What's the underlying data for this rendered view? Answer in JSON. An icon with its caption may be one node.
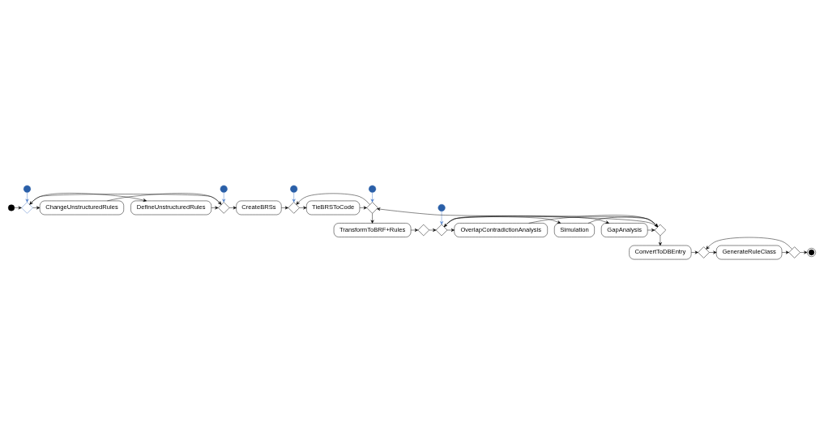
{
  "diagram": {
    "nodes": [
      {
        "text": [],
        "shape": "circle"
      },
      {
        "text": [],
        "shape": "circle"
      },
      {
        "text": [],
        "shape": "diamond"
      },
      {
        "text": [
          "DefineUnstructuredRules"
        ]
      },
      {
        "text": [
          "ChangeUnstructuredRules"
        ]
      },
      {
        "text": [],
        "shape": "circle"
      },
      {
        "text": [],
        "shape": "diamond"
      },
      {
        "text": [
          "CreateBRSs"
        ]
      },
      {
        "text": [],
        "shape": "circle"
      },
      {
        "text": [],
        "shape": "diamond"
      },
      {
        "text": [
          "TieBRSToCode"
        ]
      },
      {
        "text": [],
        "shape": "circle"
      },
      {
        "text": [],
        "shape": "diamond"
      },
      {
        "text": [
          "TransformToBRF+Rules"
        ]
      },
      {
        "text": [],
        "shape": "diamond"
      },
      {
        "text": [],
        "shape": "circle"
      },
      {
        "text": [],
        "shape": "diamond"
      },
      {
        "text": [
          "GapAnalysis"
        ]
      },
      {
        "text": [
          "Simulation"
        ]
      },
      {
        "text": [
          "OverlapContradictionAnalysis"
        ]
      },
      {
        "text": [],
        "shape": "diamond"
      },
      {
        "text": [
          "ConvertToDBEntry"
        ]
      },
      {
        "text": [],
        "shape": "diamond"
      },
      {
        "text": [
          "GenerateRuleClass"
        ]
      },
      {
        "text": [],
        "shape": "diamond"
      },
      {
        "text": [],
        "shape": "circle"
      }
    ],
    "edges": [
      {
        "from": 0,
        "to": 2,
        "arrow": "to"
      },
      {
        "from": 1,
        "to": 2,
        "arrow": "to",
        "color": "#4a7cc7"
      },
      {
        "from": 2,
        "to": 3,
        "arrow": "to"
      },
      {
        "from": 2,
        "to": 4,
        "arrow": "to"
      },
      {
        "from": 3,
        "to": 6,
        "arrow": "to"
      },
      {
        "from": 4,
        "to": 6,
        "arrow": "to"
      },
      {
        "from": 5,
        "to": 6,
        "arrow": "to",
        "color": "#4a7cc7"
      },
      {
        "from": 6,
        "to": 2,
        "arrow": "to"
      },
      {
        "from": 6,
        "to": 7,
        "arrow": "to"
      },
      {
        "from": 7,
        "to": 9,
        "arrow": "to"
      },
      {
        "from": 8,
        "to": 9,
        "arrow": "to",
        "color": "#4a7cc7"
      },
      {
        "from": 9,
        "to": 10,
        "arrow": "to"
      },
      {
        "from": 10,
        "to": 12,
        "arrow": "to"
      },
      {
        "from": 11,
        "to": 12,
        "arrow": "to",
        "color": "#4a7cc7"
      },
      {
        "from": 12,
        "to": 9,
        "arrow": "to"
      },
      {
        "from": 12,
        "to": 13,
        "arrow": "to"
      },
      {
        "from": 13,
        "to": 14,
        "arrow": "to"
      },
      {
        "from": 14,
        "to": 16,
        "arrow": "to"
      },
      {
        "from": 15,
        "to": 16,
        "arrow": "to",
        "color": "#4a7cc7"
      },
      {
        "from": 16,
        "to": 17,
        "arrow": "to"
      },
      {
        "from": 16,
        "to": 18,
        "arrow": "to"
      },
      {
        "from": 16,
        "to": 19,
        "arrow": "to"
      },
      {
        "from": 17,
        "to": 20,
        "arrow": "to"
      },
      {
        "from": 18,
        "to": 20,
        "arrow": "to"
      },
      {
        "from": 19,
        "to": 20,
        "arrow": "to"
      },
      {
        "from": 20,
        "to": 16,
        "arrow": "to"
      },
      {
        "from": 20,
        "to": 12,
        "arrow": "to"
      },
      {
        "from": 20,
        "to": 21,
        "arrow": "to"
      },
      {
        "from": 21,
        "to": 22,
        "arrow": "to"
      },
      {
        "from": 22,
        "to": 23,
        "arrow": "to"
      },
      {
        "from": 23,
        "to": 24,
        "arrow": "to"
      },
      {
        "from": 24,
        "to": 22,
        "arrow": "to"
      },
      {
        "from": 24,
        "to": 25,
        "arrow": "to"
      }
    ]
  }
}
